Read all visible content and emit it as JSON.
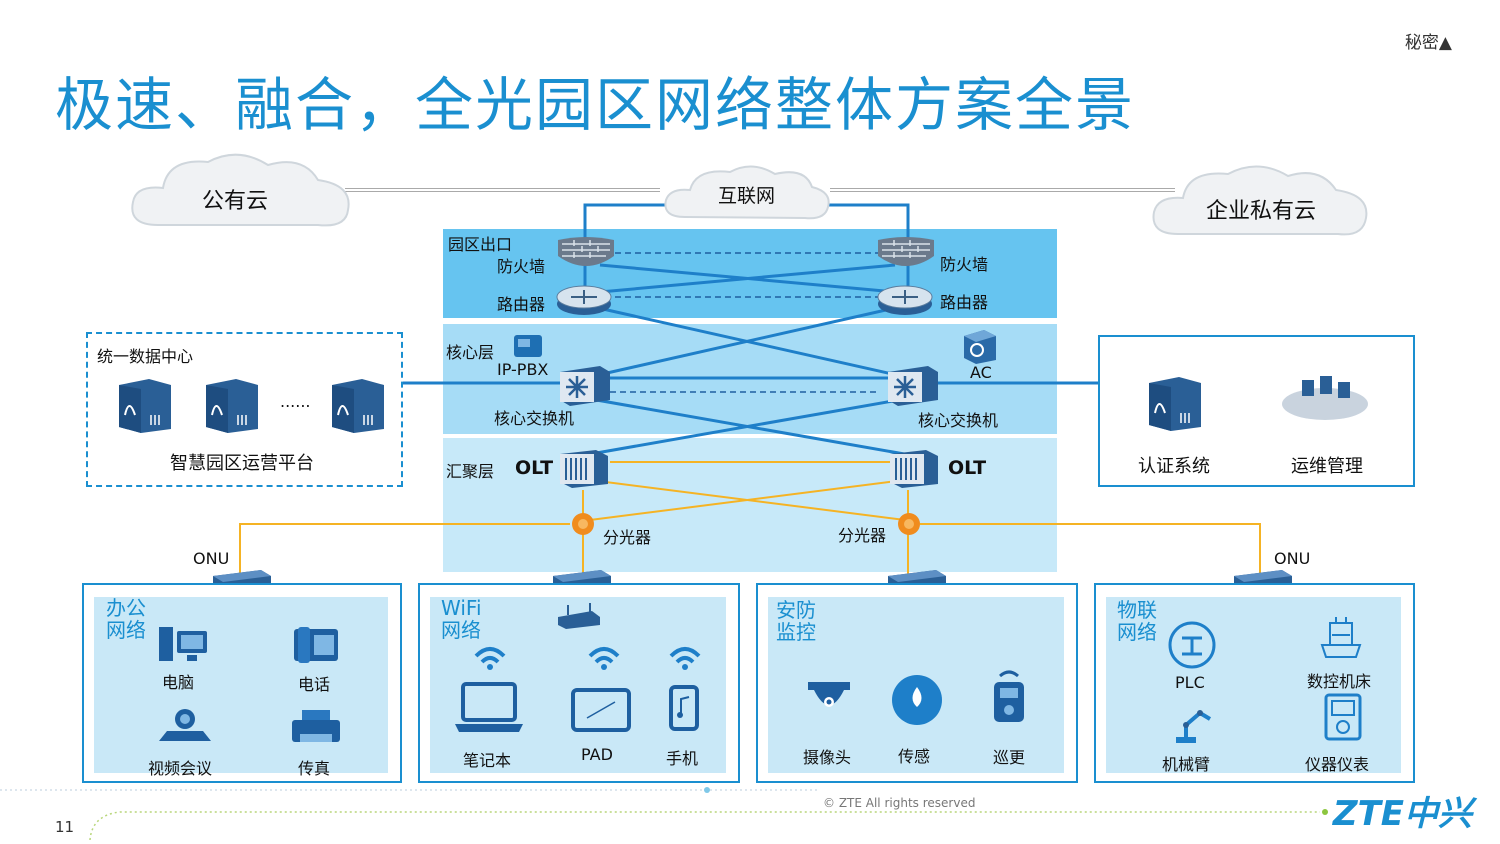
{
  "title": "极速、融合，全光园区网络整体方案全景",
  "confidential": "秘密▲",
  "clouds": {
    "public": "公有云",
    "internet": "互联网",
    "private": "企业私有云"
  },
  "layers": {
    "exit": "园区出口",
    "core": "核心层",
    "aggregation": "汇聚层"
  },
  "exit_devices": {
    "firewall_left": "防火墙",
    "firewall_right": "防火墙",
    "router_left": "路由器",
    "router_right": "路由器"
  },
  "core_devices": {
    "ippbx": "IP-PBX",
    "ac": "AC",
    "switch_left": "核心交换机",
    "switch_right": "核心交换机"
  },
  "agg_devices": {
    "olt_left": "OLT",
    "olt_right": "OLT",
    "splitter_left": "分光器",
    "splitter_right": "分光器"
  },
  "datacenter": {
    "title": "统一数据中心",
    "ellipsis": "......",
    "platform": "智慧园区运营平台"
  },
  "right_panel": {
    "auth": "认证系统",
    "ops": "运维管理"
  },
  "onu_left": "ONU",
  "onu_right": "ONU",
  "networks": [
    {
      "title": "办公\n网络",
      "devices": [
        "电脑",
        "电话",
        "视频会议",
        "传真"
      ]
    },
    {
      "title": "WiFi\n网络",
      "devices": [
        "笔记本",
        "PAD",
        "手机"
      ]
    },
    {
      "title": "安防\n监控",
      "devices": [
        "摄像头",
        "传感",
        "巡更"
      ]
    },
    {
      "title": "物联\n网络",
      "devices": [
        "PLC",
        "数控机床",
        "机械臂",
        "仪器仪表"
      ]
    }
  ],
  "footer": {
    "page": "11",
    "copyright": "© ZTE All rights reserved",
    "logo": "ZTE中兴"
  },
  "colors": {
    "accent": "#1a8fd0",
    "fiber": "#f5b324",
    "line": "#1e7fc9",
    "band_dark": "#66c4f0",
    "band_mid": "#a6dcf6",
    "band_light": "#c7e9f9"
  }
}
